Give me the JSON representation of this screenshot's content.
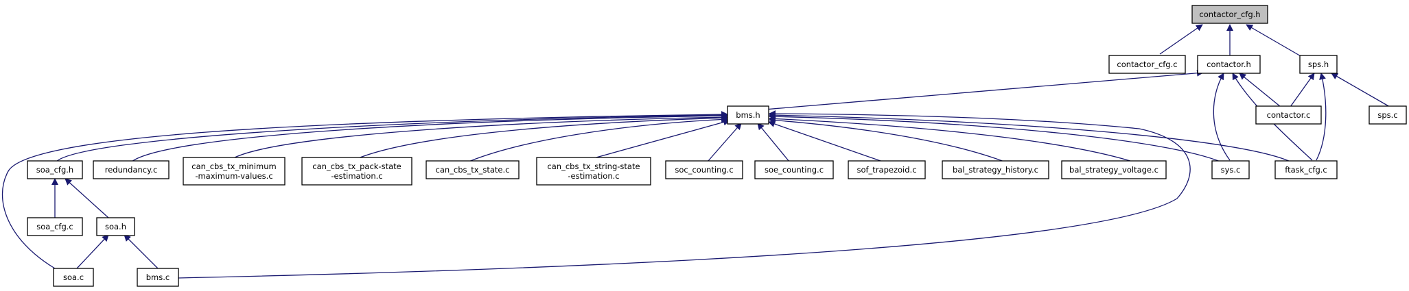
{
  "colors": {
    "edge": "#191970",
    "root_fill": "#bfbfbf",
    "node_fill": "#ffffff",
    "border": "#000000"
  },
  "nodes": {
    "contactor_cfg_h": {
      "lines": [
        "contactor_cfg.h"
      ]
    },
    "contactor_cfg_c": {
      "lines": [
        "contactor_cfg.c"
      ]
    },
    "contactor_h": {
      "lines": [
        "contactor.h"
      ]
    },
    "sps_h": {
      "lines": [
        "sps.h"
      ]
    },
    "bms_h": {
      "lines": [
        "bms.h"
      ]
    },
    "contactor_c": {
      "lines": [
        "contactor.c"
      ]
    },
    "sps_c": {
      "lines": [
        "sps.c"
      ]
    },
    "soa_cfg_h": {
      "lines": [
        "soa_cfg.h"
      ]
    },
    "redundancy_c": {
      "lines": [
        "redundancy.c"
      ]
    },
    "can_min_max": {
      "lines": [
        "can_cbs_tx_minimum",
        "-maximum-values.c"
      ]
    },
    "can_pack_state": {
      "lines": [
        "can_cbs_tx_pack-state",
        "-estimation.c"
      ]
    },
    "can_state": {
      "lines": [
        "can_cbs_tx_state.c"
      ]
    },
    "can_string_state": {
      "lines": [
        "can_cbs_tx_string-state",
        "-estimation.c"
      ]
    },
    "soc_counting": {
      "lines": [
        "soc_counting.c"
      ]
    },
    "soe_counting": {
      "lines": [
        "soe_counting.c"
      ]
    },
    "sof_trapezoid": {
      "lines": [
        "sof_trapezoid.c"
      ]
    },
    "bal_history": {
      "lines": [
        "bal_strategy_history.c"
      ]
    },
    "bal_voltage": {
      "lines": [
        "bal_strategy_voltage.c"
      ]
    },
    "sys_c": {
      "lines": [
        "sys.c"
      ]
    },
    "ftask_cfg_c": {
      "lines": [
        "ftask_cfg.c"
      ]
    },
    "soa_cfg_c": {
      "lines": [
        "soa_cfg.c"
      ]
    },
    "soa_h": {
      "lines": [
        "soa.h"
      ]
    },
    "soa_c": {
      "lines": [
        "soa.c"
      ]
    },
    "bms_c": {
      "lines": [
        "bms.c"
      ]
    }
  }
}
